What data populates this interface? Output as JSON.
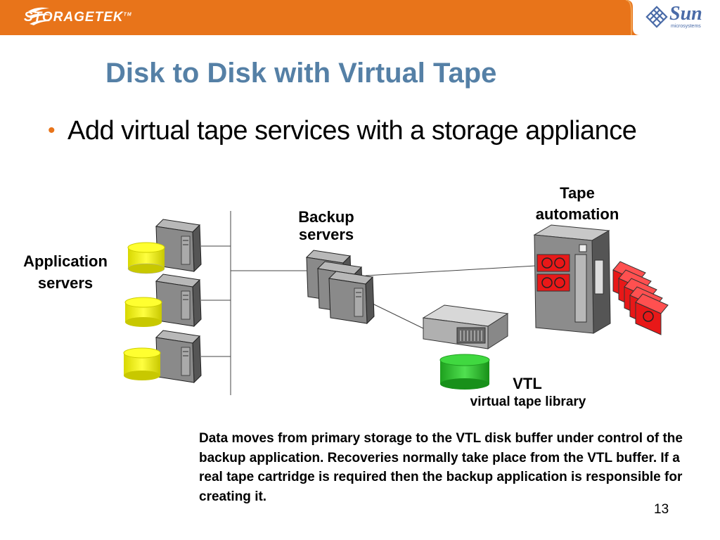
{
  "header": {
    "left_logo_text": "STORAGETEK",
    "left_logo_mark": "TM",
    "right_logo_text": "Sun",
    "right_logo_sub": "microsystems",
    "bar_color": "#e8741a"
  },
  "slide": {
    "title": "Disk to Disk with Virtual Tape",
    "bullet": "Add virtual tape services with a storage appliance",
    "page_number": "13"
  },
  "diagram": {
    "labels": {
      "app_line1": "Application",
      "app_line2": "servers",
      "backup_line1": "Backup",
      "backup_line2": "servers",
      "tape_line1": "Tape",
      "tape_line2": "automation",
      "vtl": "VTL",
      "vtl_sub": "virtual tape library"
    },
    "colors": {
      "app_disk": "#f2f200",
      "vtl_disk": "#2ec82e",
      "tape_cartridge": "#e81818",
      "server_gray": "#7a7a7a"
    },
    "icons": [
      "server-icon",
      "disk-cylinder-icon",
      "tape-library-icon",
      "tape-cartridge-icon",
      "vtl-appliance-icon"
    ]
  },
  "caption": "Data moves from primary storage to the VTL disk buffer under control of the backup application. Recoveries normally take place from the VTL buffer. If a real tape cartridge is required then the backup application is responsible for creating it."
}
